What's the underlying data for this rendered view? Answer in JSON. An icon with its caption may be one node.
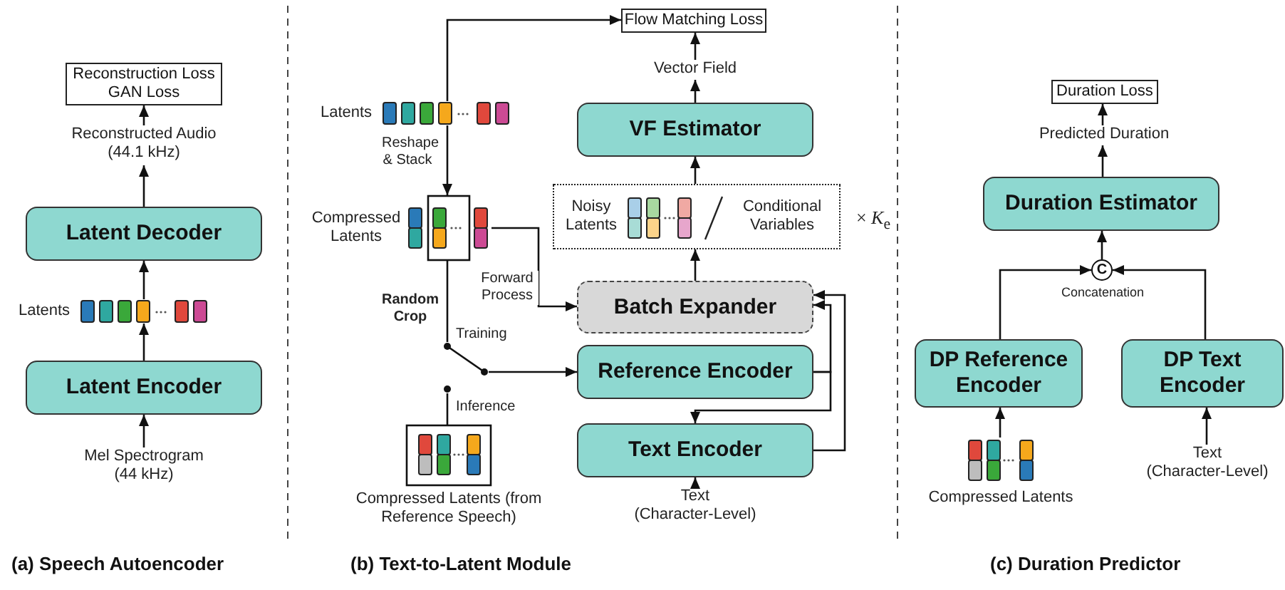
{
  "diagram": {
    "nodes": [
      {
        "text": [
          "Reconstruction Loss",
          "GAN Loss"
        ]
      },
      {
        "text": [
          "Reconstructed Audio (44.1 kHz)"
        ]
      },
      {
        "text": [
          "Latent Decoder"
        ]
      },
      {
        "text": [
          "Latents"
        ]
      },
      {
        "text": [
          "Latent Encoder"
        ]
      },
      {
        "text": [
          "Mel Spectrogram (44 kHz)"
        ]
      },
      {
        "text": [
          "Latents"
        ]
      },
      {
        "text": [
          "Compressed Latents"
        ]
      },
      {
        "text": [
          "Flow Matching Loss"
        ]
      },
      {
        "text": [
          "Vector Field"
        ]
      },
      {
        "text": [
          "VF Estimator"
        ]
      },
      {
        "text": [
          "Noisy Latents",
          "Conditional Variables"
        ],
        "beside": [
          "× *K*$_{e}$"
        ]
      },
      {
        "text": [
          "Batch Expander"
        ]
      },
      {
        "text": [
          "Reference Encoder"
        ]
      },
      {
        "text": [
          "Text Encoder"
        ]
      },
      {
        "text": [
          "Text (Character-Level)"
        ]
      },
      {
        "text": [
          "Compressed Latents (from Reference Speech)"
        ]
      },
      {
        "text": [],
        "shape": "switch",
        "beside": [
          "Training",
          "Inference"
        ]
      },
      {
        "text": [
          "Duration Loss"
        ]
      },
      {
        "text": [
          "Predicted Duration"
        ]
      },
      {
        "text": [
          "Duration Estimator"
        ]
      },
      {
        "text": [
          "C"
        ],
        "beside": [
          "Concatenation"
        ]
      },
      {
        "text": [
          "DP Reference Encoder"
        ]
      },
      {
        "text": [
          "DP Text Encoder"
        ]
      },
      {
        "text": [
          "Compressed Latents"
        ]
      },
      {
        "text": [
          "Text (Character-Level)"
        ]
      }
    ],
    "edges": [
      {
        "from": 5,
        "to": 4,
        "arrow": "to"
      },
      {
        "from": 4,
        "to": 3,
        "arrow": "to"
      },
      {
        "from": 3,
        "to": 2,
        "arrow": "to"
      },
      {
        "from": 2,
        "to": 1,
        "arrow": "to"
      },
      {
        "from": 1,
        "to": 0,
        "arrow": "to"
      },
      {
        "from": 6,
        "to": 8,
        "arrow": "to"
      },
      {
        "from": 6,
        "to": 7,
        "arrow": "to",
        "label": "Reshape & Stack"
      },
      {
        "from": 7,
        "to": 17,
        "arrow": "none",
        "label": "Random Crop"
      },
      {
        "from": 16,
        "to": 17,
        "arrow": "none"
      },
      {
        "from": 17,
        "to": 13,
        "arrow": "to"
      },
      {
        "from": 7,
        "to": 12,
        "arrow": "to",
        "label": "Forward Process"
      },
      {
        "from": 15,
        "to": 14,
        "arrow": "to"
      },
      {
        "from": 13,
        "to": 14,
        "arrow": "to"
      },
      {
        "from": 13,
        "to": 12,
        "arrow": "to"
      },
      {
        "from": 14,
        "to": 12,
        "arrow": "to"
      },
      {
        "from": 12,
        "to": 11,
        "arrow": "to"
      },
      {
        "from": 11,
        "to": 10,
        "arrow": "to"
      },
      {
        "from": 10,
        "to": 9,
        "arrow": "to"
      },
      {
        "from": 9,
        "to": 8,
        "arrow": "to"
      },
      {
        "from": 25,
        "to": 23,
        "arrow": "to"
      },
      {
        "from": 24,
        "to": 22,
        "arrow": "to"
      },
      {
        "from": 22,
        "to": 21,
        "arrow": "to"
      },
      {
        "from": 23,
        "to": 21,
        "arrow": "to"
      },
      {
        "from": 21,
        "to": 20,
        "arrow": "to"
      },
      {
        "from": 20,
        "to": 19,
        "arrow": "to"
      },
      {
        "from": 19,
        "to": 18,
        "arrow": "to"
      }
    ],
    "labels": [
      "(a) Speech Autoencoder",
      "(b) Text-to-Latent Module",
      "(c) Duration Predictor"
    ]
  }
}
